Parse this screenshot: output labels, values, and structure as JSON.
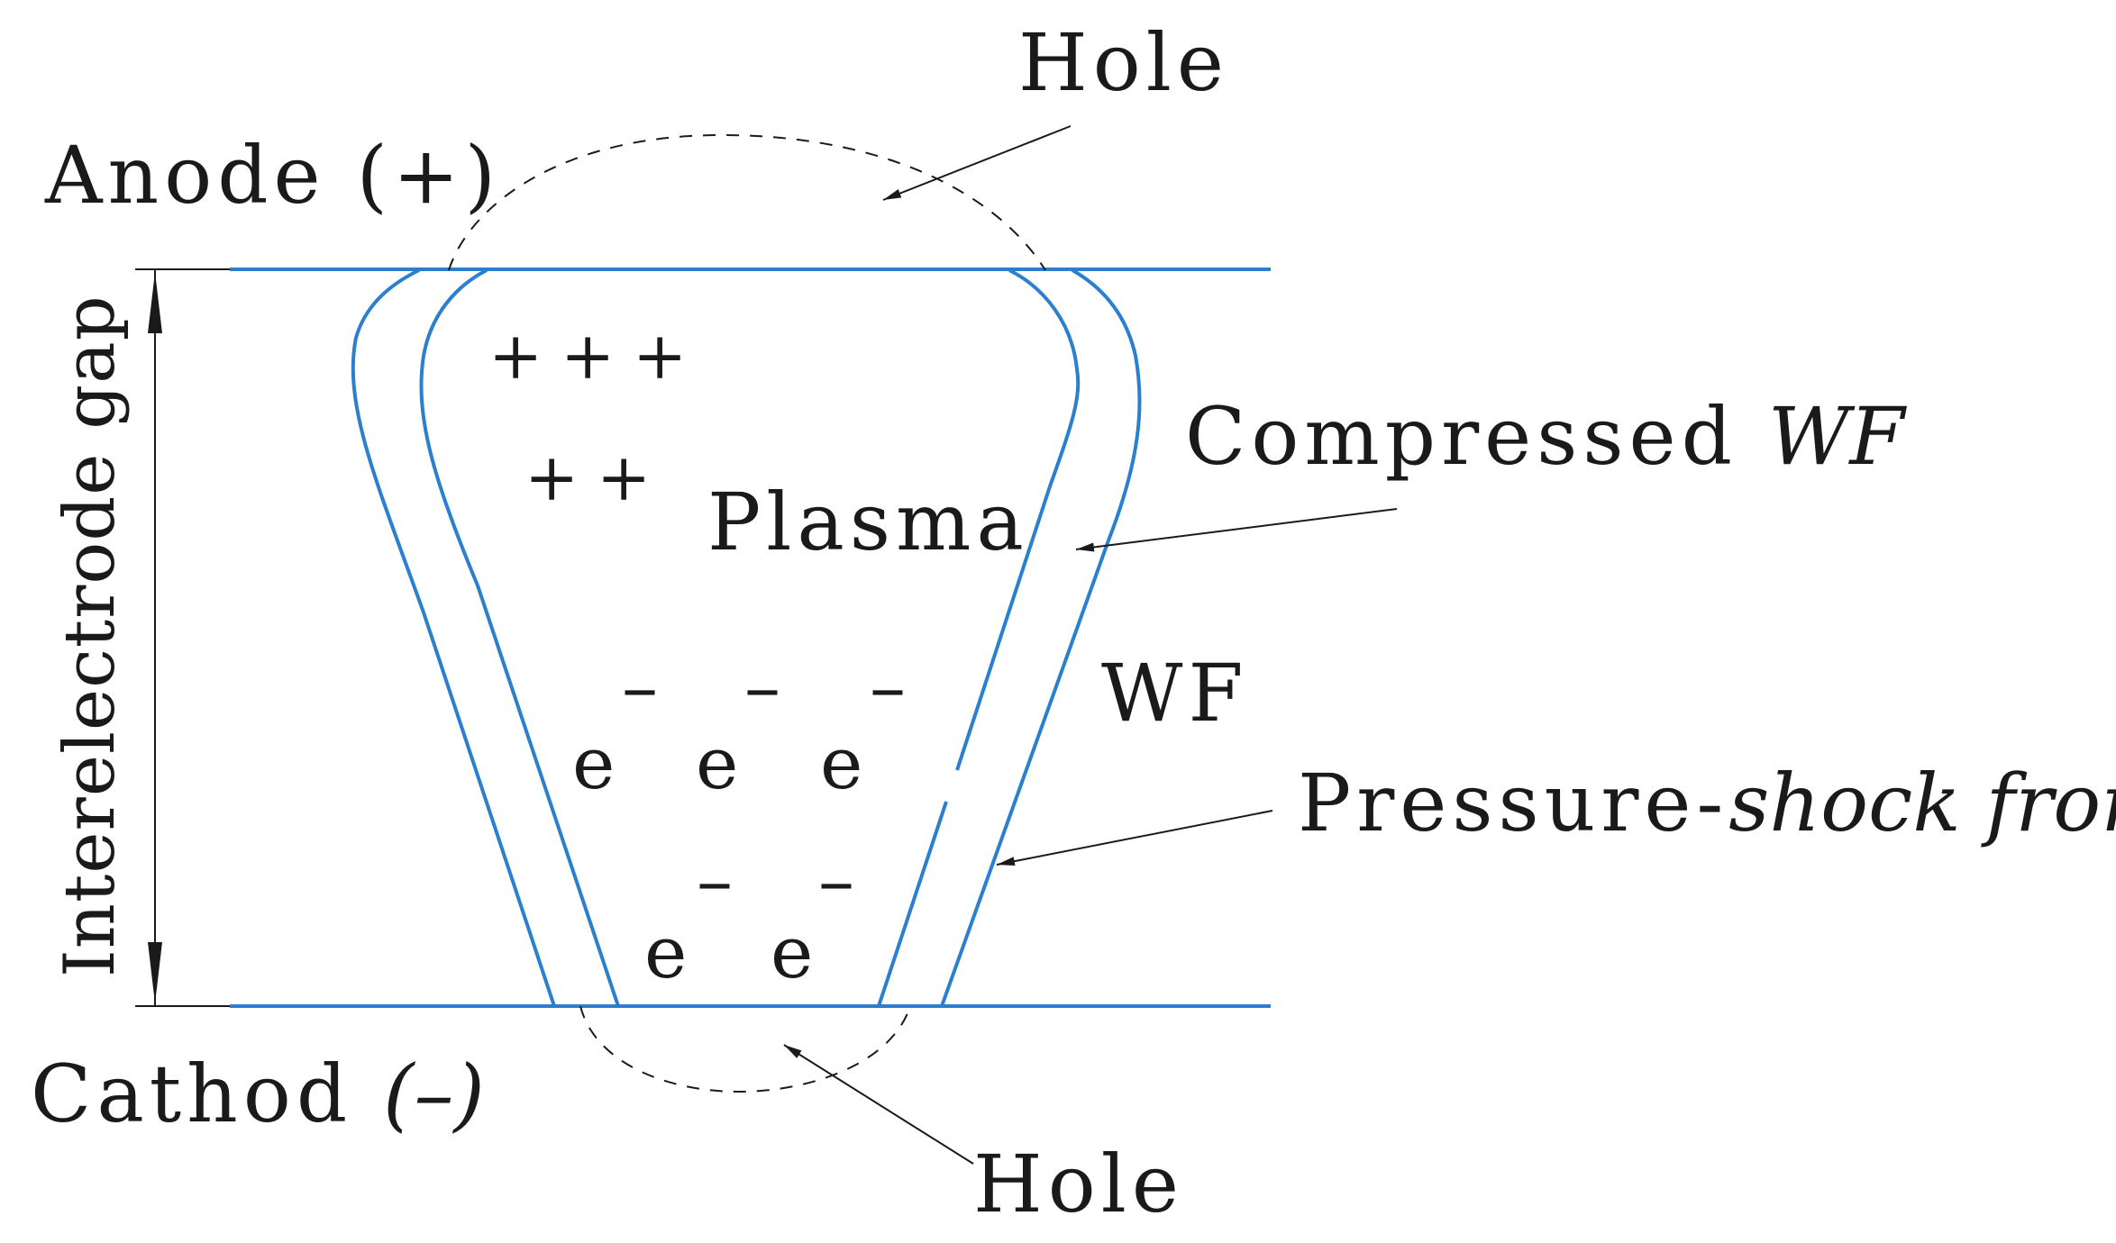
{
  "labels": {
    "hole_top": "Hole",
    "anode": "Anode (+)",
    "interelectrode_gap": "Interelectrode gap",
    "compressed_wf_prefix": "Compressed ",
    "compressed_wf_italic": "WF",
    "plasma": "Plasma",
    "wf": "WF",
    "pressure_prefix": "Pressure-",
    "pressure_italic": "shock front",
    "cathode_prefix": "Cathod ",
    "cathode_italic": "(–)",
    "hole_bottom": "Hole"
  },
  "charges": {
    "plus": "+",
    "minus": "–",
    "electron": "e"
  },
  "colors": {
    "wall": "#2b7fcf",
    "ink": "#1a1a1a"
  }
}
